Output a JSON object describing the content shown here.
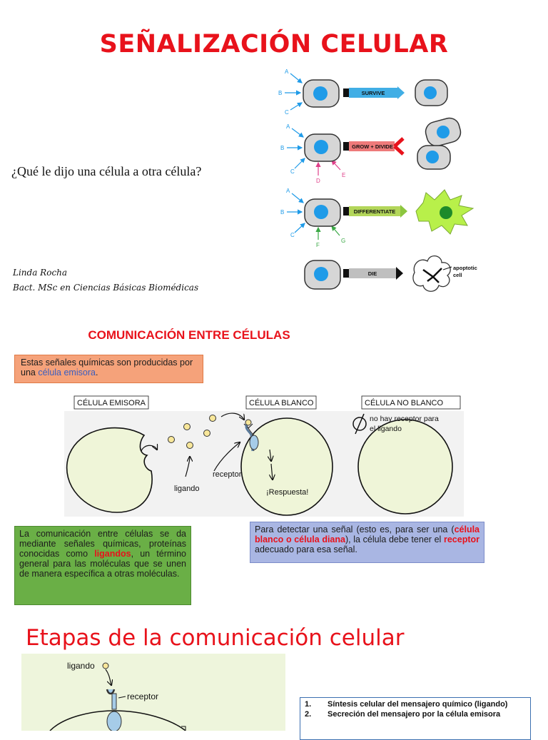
{
  "title": "SEÑALIZACIÓN CELULAR",
  "question": "¿Qué le dijo una célula a otra célula?",
  "author": {
    "name": "Linda Rocha",
    "degree": "Bact. MSc en Ciencias Básicas Biomédicas"
  },
  "fate_diagram": {
    "labels": {
      "a": "A",
      "b": "B",
      "c": "C",
      "d": "D",
      "e": "E",
      "f": "F",
      "g": "G"
    },
    "survive": "SURVIVE",
    "grow": "GROW + DIVIDE",
    "differentiate": "DIFFERENTIATE",
    "die": "DIE",
    "apoptotic_1": "apoptotic",
    "apoptotic_2": "cell"
  },
  "section_title": "COMUNICACIÓN ENTRE CÉLULAS",
  "orange_box": {
    "text": "Estas señales químicas son producidas por una ",
    "highlight": "célula emisora",
    "end": "."
  },
  "cells_diagram": {
    "emisora": "CÉLULA EMISORA",
    "blanco": "CÉLULA BLANCO",
    "no_blanco": "CÉLULA NO BLANCO",
    "no_receptor_1": "no hay receptor para",
    "no_receptor_2": "el ligando",
    "receptor": "receptor",
    "ligando": "ligando",
    "respuesta": "¡Respuesta!"
  },
  "green_box": {
    "text1": "La comunicación entre células se da mediante señales químicas, proteínas conocidas como ",
    "highlight": "ligandos",
    "text2": ", un término general para las moléculas que se unen de manera específica a otras moléculas."
  },
  "blue_box": {
    "text1": "Para detectar una señal (esto es, para ser una (",
    "highlight1": "célula blanco o célula diana",
    "text2": "), la célula debe tener el ",
    "highlight2": "receptor",
    "text3": " adecuado para esa señal."
  },
  "etapas_title": "Etapas de la comunicación celular",
  "etapas_diagram": {
    "ligando": "ligando",
    "receptor": "receptor"
  },
  "steps": [
    {
      "n": "1.",
      "text": "Síntesis celular del mensajero químico (ligando)"
    },
    {
      "n": "2.",
      "text": "Secreción del mensajero por la célula emisora"
    }
  ],
  "colors": {
    "title_red": "#e8121b",
    "nucleus_blue": "#1f9be8",
    "cell_gray": "#d6d6d6",
    "orange": "#f5a27a",
    "green": "#6aaf46",
    "blue": "#a9b6e3"
  }
}
